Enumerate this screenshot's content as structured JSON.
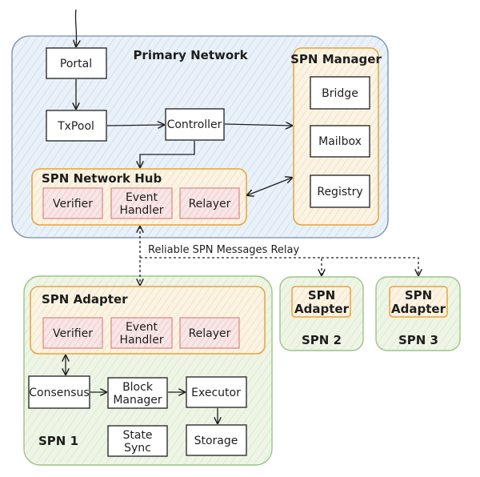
{
  "regions": {
    "primary": "Primary Network",
    "spn_manager": "SPN Manager",
    "hub": "SPN Network Hub",
    "adapter": "SPN Adapter",
    "spn1": "SPN 1",
    "spn2": "SPN 2",
    "spn3": "SPN 3"
  },
  "nodes": {
    "portal": "Portal",
    "txpool": "TxPool",
    "controller": "Controller",
    "bridge": "Bridge",
    "mailbox": "Mailbox",
    "registry": "Registry",
    "hub_verifier": "Verifier",
    "hub_event_l1": "Event",
    "hub_event_l2": "Handler",
    "hub_relayer": "Relayer",
    "ad_verifier": "Verifier",
    "ad_event_l1": "Event",
    "ad_event_l2": "Handler",
    "ad_relayer": "Relayer",
    "consensus": "Consensus",
    "block_l1": "Block",
    "block_l2": "Manager",
    "executor": "Executor",
    "state_l1": "State",
    "state_l2": "Sync",
    "storage": "Storage",
    "spn2_l1": "SPN",
    "spn2_l2": "Adapter",
    "spn3_l1": "SPN",
    "spn3_l2": "Adapter"
  },
  "edges": {
    "relay": "Reliable SPN Messages Relay"
  },
  "colors": {
    "primary_bg": "#e7f0f8",
    "adapter_outer_bg": "#ebf3e1",
    "orange_stroke": "#e8a33a",
    "orange_fill": "#fbf3e2",
    "red_stroke": "#d98686",
    "red_fill": "#f8e3e3",
    "green_stroke": "#9cc586"
  }
}
